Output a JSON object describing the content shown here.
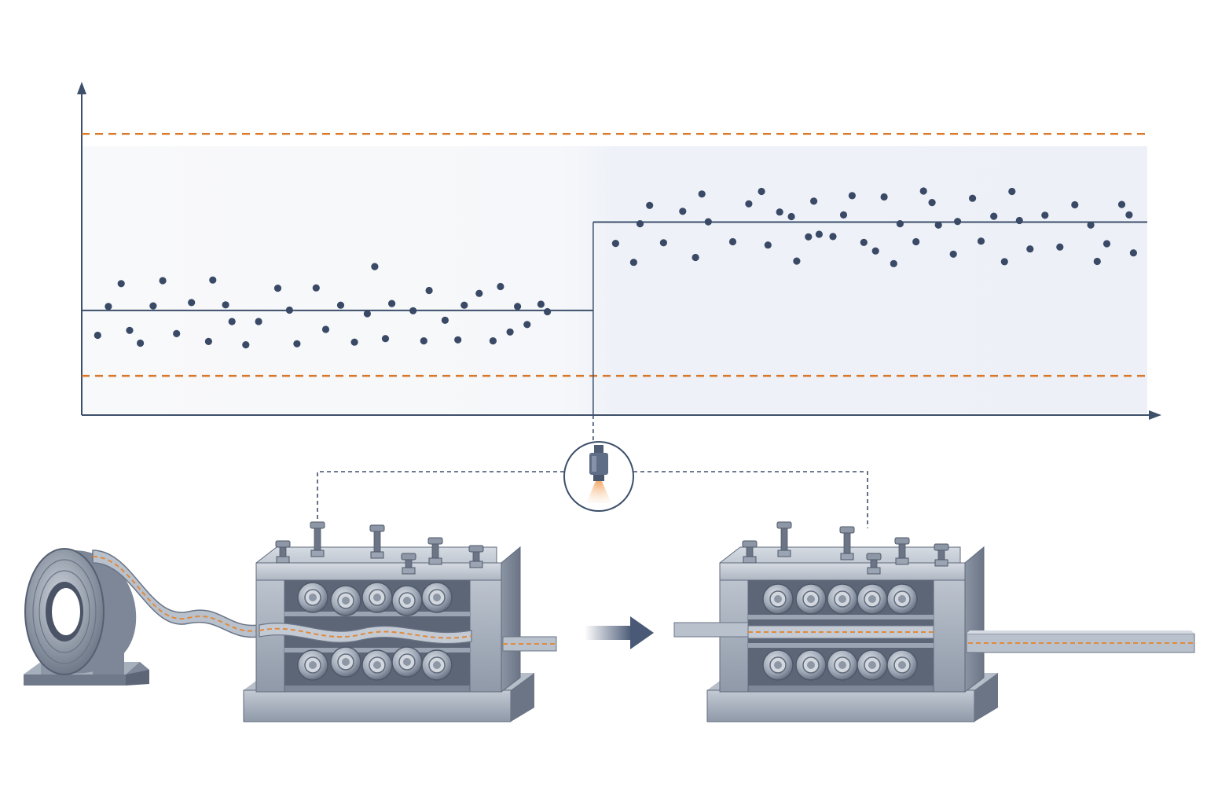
{
  "colors": {
    "axis": "#3d4f6b",
    "dot": "#3a4a66",
    "center_line": "#3d4f6b",
    "control_limit": "#d9782a",
    "band_before": "#f7f8fa",
    "band_after": "#eef2f8",
    "steel_light": "#b9c1cc",
    "steel_mid": "#8d97a6",
    "steel_dark": "#5f6a7b",
    "strip_center": "#e08a3c",
    "link_line": "#3d4f6b",
    "sensor_glow": "#f2a766"
  },
  "icons": {
    "sensor": "sensor-icon",
    "process_arrow": "arrow-right-icon"
  },
  "chart_data": {
    "type": "scatter",
    "title": "",
    "xlabel": "",
    "ylabel": "",
    "grid": false,
    "legend": "none",
    "xlim": [
      0,
      100
    ],
    "ylim": [
      0,
      100
    ],
    "upper_control_limit": 86,
    "lower_control_limit": 12,
    "change_point_x": 48,
    "series": [
      {
        "segment": "before",
        "center": 32,
        "values": [
          [
            1.5,
            24.4
          ],
          [
            2.5,
            33.2
          ],
          [
            3.7,
            40.2
          ],
          [
            4.5,
            25.9
          ],
          [
            5.5,
            22.0
          ],
          [
            6.7,
            33.4
          ],
          [
            7.6,
            41.1
          ],
          [
            8.9,
            24.9
          ],
          [
            10.3,
            34.4
          ],
          [
            11.9,
            22.5
          ],
          [
            12.3,
            41.3
          ],
          [
            13.5,
            33.7
          ],
          [
            14.1,
            28.6
          ],
          [
            15.4,
            21.5
          ],
          [
            16.6,
            28.6
          ],
          [
            18.4,
            38.8
          ],
          [
            19.5,
            32.1
          ],
          [
            20.2,
            21.8
          ],
          [
            22.0,
            38.9
          ],
          [
            22.9,
            26.2
          ],
          [
            24.3,
            33.6
          ],
          [
            25.6,
            22.3
          ],
          [
            26.8,
            31.0
          ],
          [
            27.5,
            45.4
          ],
          [
            28.5,
            23.4
          ],
          [
            29.1,
            34.1
          ],
          [
            31.1,
            31.9
          ],
          [
            32.1,
            22.7
          ],
          [
            32.6,
            38.1
          ],
          [
            34.1,
            29.0
          ],
          [
            35.3,
            23.0
          ],
          [
            35.9,
            33.6
          ],
          [
            37.3,
            37.2
          ],
          [
            38.6,
            22.7
          ],
          [
            39.3,
            39.3
          ],
          [
            40.2,
            25.4
          ],
          [
            40.9,
            33.2
          ],
          [
            41.8,
            27.7
          ],
          [
            43.1,
            33.9
          ],
          [
            43.7,
            31.6
          ]
        ]
      },
      {
        "segment": "after",
        "center": 59,
        "values": [
          [
            50.1,
            52.5
          ],
          [
            51.8,
            46.7
          ],
          [
            52.4,
            58.5
          ],
          [
            53.3,
            64.1
          ],
          [
            54.6,
            52.7
          ],
          [
            56.4,
            62.3
          ],
          [
            57.6,
            48.2
          ],
          [
            58.2,
            67.6
          ],
          [
            58.8,
            59.1
          ],
          [
            61.1,
            53.0
          ],
          [
            62.6,
            64.6
          ],
          [
            63.8,
            68.4
          ],
          [
            64.4,
            52.0
          ],
          [
            65.5,
            62.1
          ],
          [
            66.6,
            60.7
          ],
          [
            67.1,
            47.1
          ],
          [
            68.2,
            54.5
          ],
          [
            68.7,
            65.4
          ],
          [
            69.2,
            55.3
          ],
          [
            70.5,
            54.6
          ],
          [
            71.5,
            61.2
          ],
          [
            72.3,
            67.1
          ],
          [
            73.4,
            52.8
          ],
          [
            74.5,
            50.2
          ],
          [
            75.3,
            66.7
          ],
          [
            76.2,
            46.3
          ],
          [
            76.8,
            58.5
          ],
          [
            78.3,
            53.0
          ],
          [
            79.0,
            68.5
          ],
          [
            79.8,
            65.0
          ],
          [
            80.4,
            58.1
          ],
          [
            81.8,
            49.2
          ],
          [
            82.2,
            59.2
          ],
          [
            83.6,
            66.3
          ],
          [
            84.4,
            53.2
          ],
          [
            85.6,
            60.8
          ],
          [
            86.6,
            46.9
          ],
          [
            87.3,
            68.4
          ],
          [
            88.0,
            59.5
          ],
          [
            89.0,
            50.8
          ],
          [
            90.4,
            61.1
          ],
          [
            91.8,
            51.4
          ],
          [
            93.2,
            64.3
          ],
          [
            94.7,
            58.1
          ],
          [
            95.3,
            47.0
          ],
          [
            96.2,
            52.4
          ],
          [
            97.6,
            64.4
          ],
          [
            98.3,
            61.2
          ],
          [
            98.7,
            49.6
          ]
        ]
      }
    ]
  }
}
